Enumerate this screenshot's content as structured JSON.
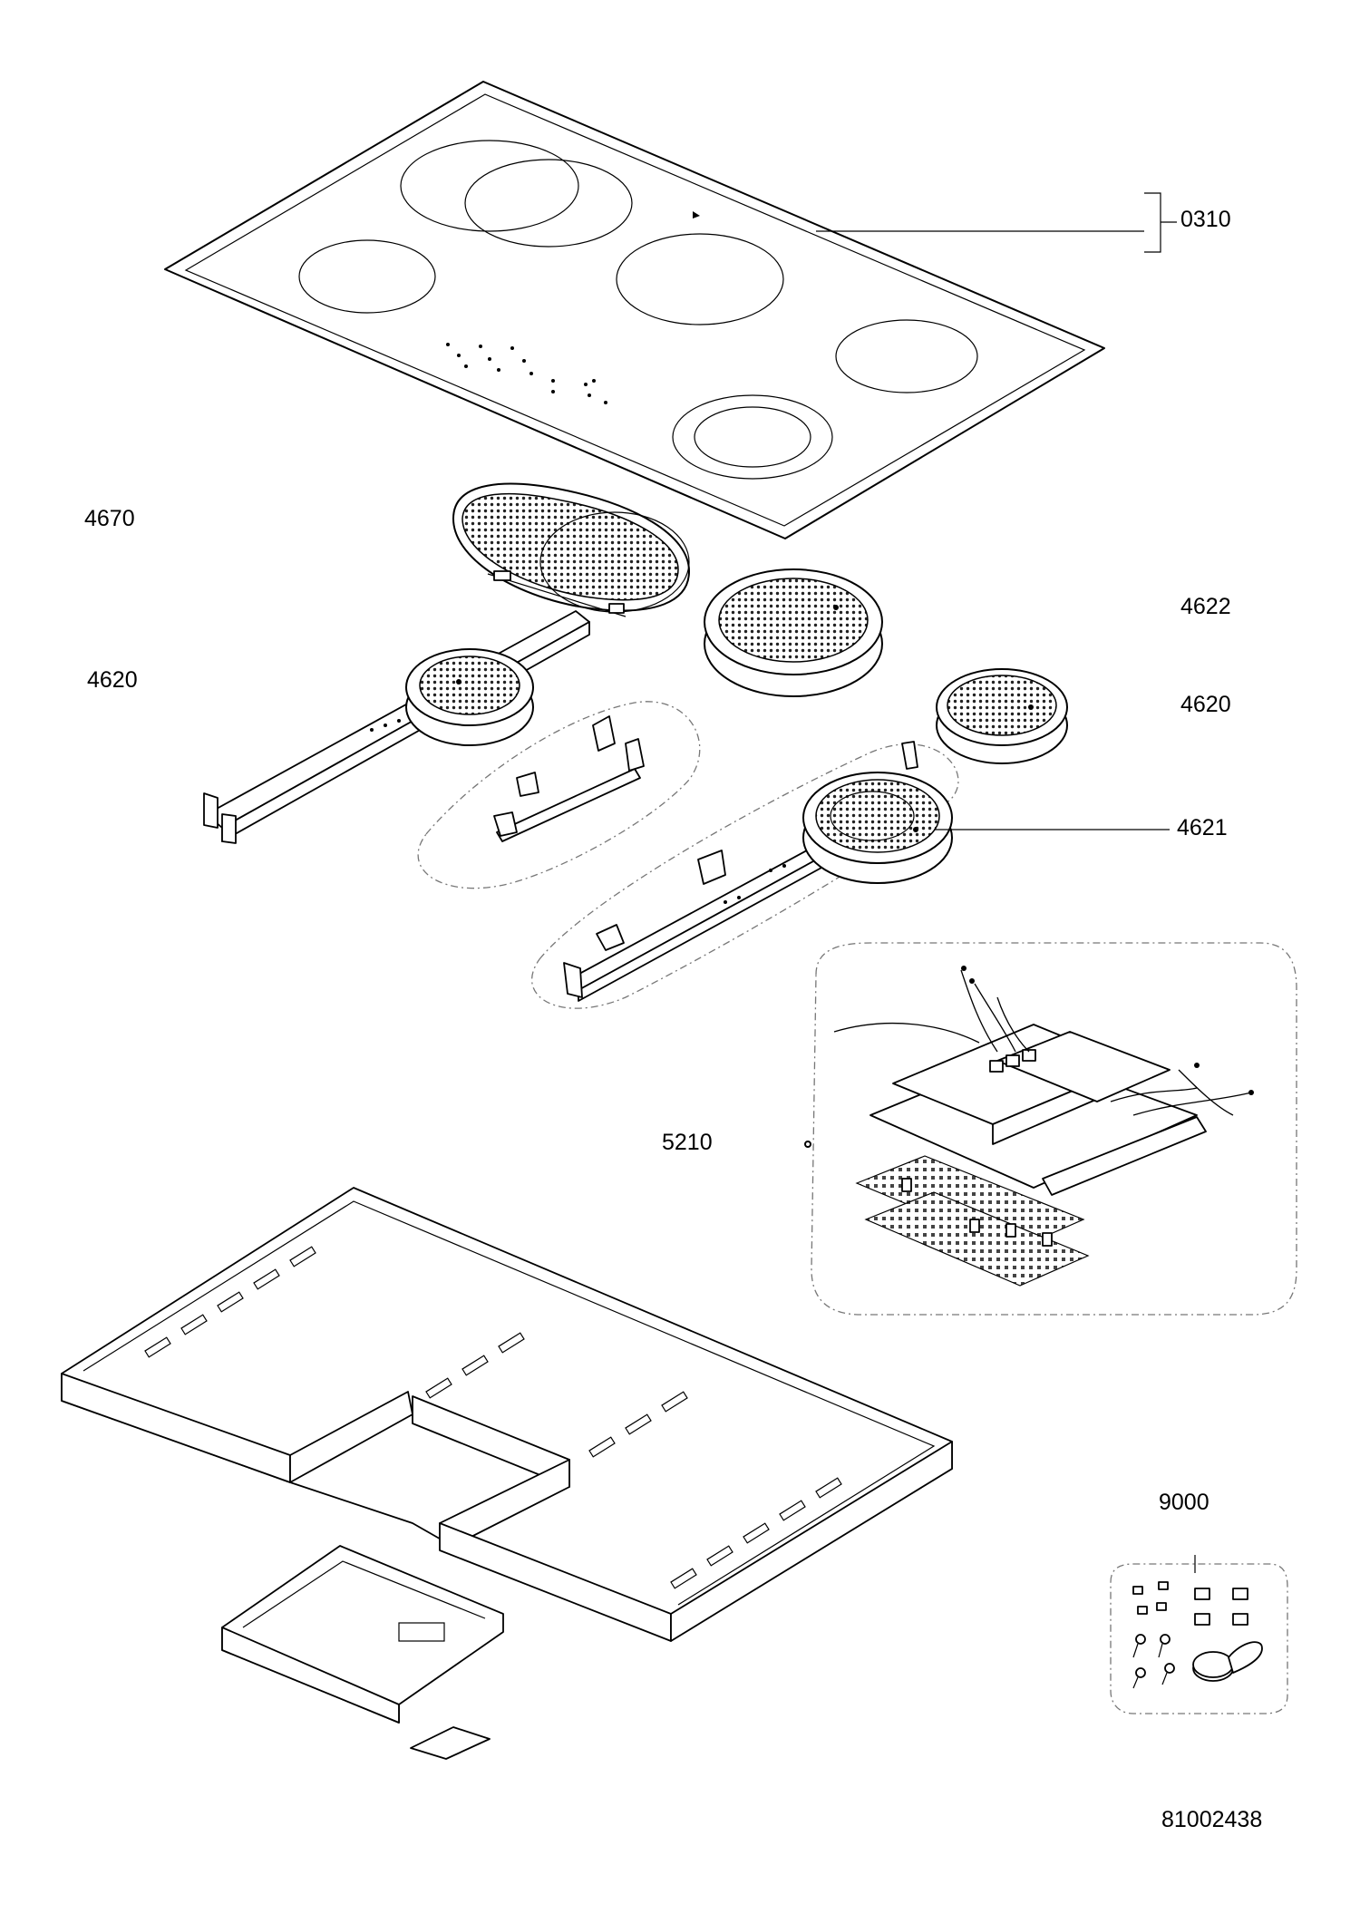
{
  "diagram": {
    "parts": [
      {
        "id": "0310"
      },
      {
        "id": "4670"
      },
      {
        "id": "4622"
      },
      {
        "id": "4620"
      },
      {
        "id": "4620"
      },
      {
        "id": "4621"
      },
      {
        "id": "5210"
      },
      {
        "id": "9000"
      }
    ],
    "drawing_number": "81002438"
  }
}
